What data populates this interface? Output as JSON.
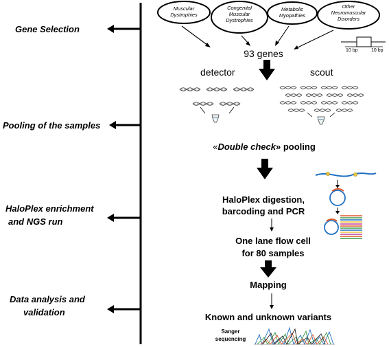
{
  "stages": [
    {
      "id": "gene-selection",
      "lines": [
        "Gene Selection"
      ]
    },
    {
      "id": "pooling",
      "lines": [
        "Pooling of the samples"
      ]
    },
    {
      "id": "haloplex",
      "lines": [
        "HaloPlex enrichment",
        "and NGS run"
      ]
    },
    {
      "id": "analysis",
      "lines": [
        "Data analysis and",
        "validation"
      ]
    }
  ],
  "disease_groups": [
    {
      "lines": [
        "Muscular",
        "Dystrophies"
      ]
    },
    {
      "lines": [
        "Congenital",
        "Muscular",
        "Dystrophies"
      ]
    },
    {
      "lines": [
        "Metabolic",
        "Myopathies"
      ]
    },
    {
      "lines": [
        "Other",
        "Neuromuscular",
        "Disorders"
      ]
    }
  ],
  "genes_label": "93 genes",
  "exon_diagram": {
    "left_label": "10 bp",
    "right_label": "10 bp"
  },
  "pipelines": {
    "left": "detector",
    "right": "scout"
  },
  "pooling": {
    "prefix": "«",
    "emphasis": "Double check",
    "suffix": "» pooling"
  },
  "flow_steps": {
    "digestion": [
      "HaloPlex digestion,",
      "barcoding and PCR"
    ],
    "flow_cell": [
      "One lane flow cell",
      "for 80 samples"
    ],
    "mapping": "Mapping",
    "variants": "Known and unknown variants",
    "sanger": [
      "Sanger",
      "sequencing"
    ]
  },
  "colors": {
    "line": "#000000",
    "bead": "#e8c53a",
    "strand": "#1f6fc1",
    "fragment_a": "#e0592a",
    "fragment_b": "#3b9c47"
  }
}
